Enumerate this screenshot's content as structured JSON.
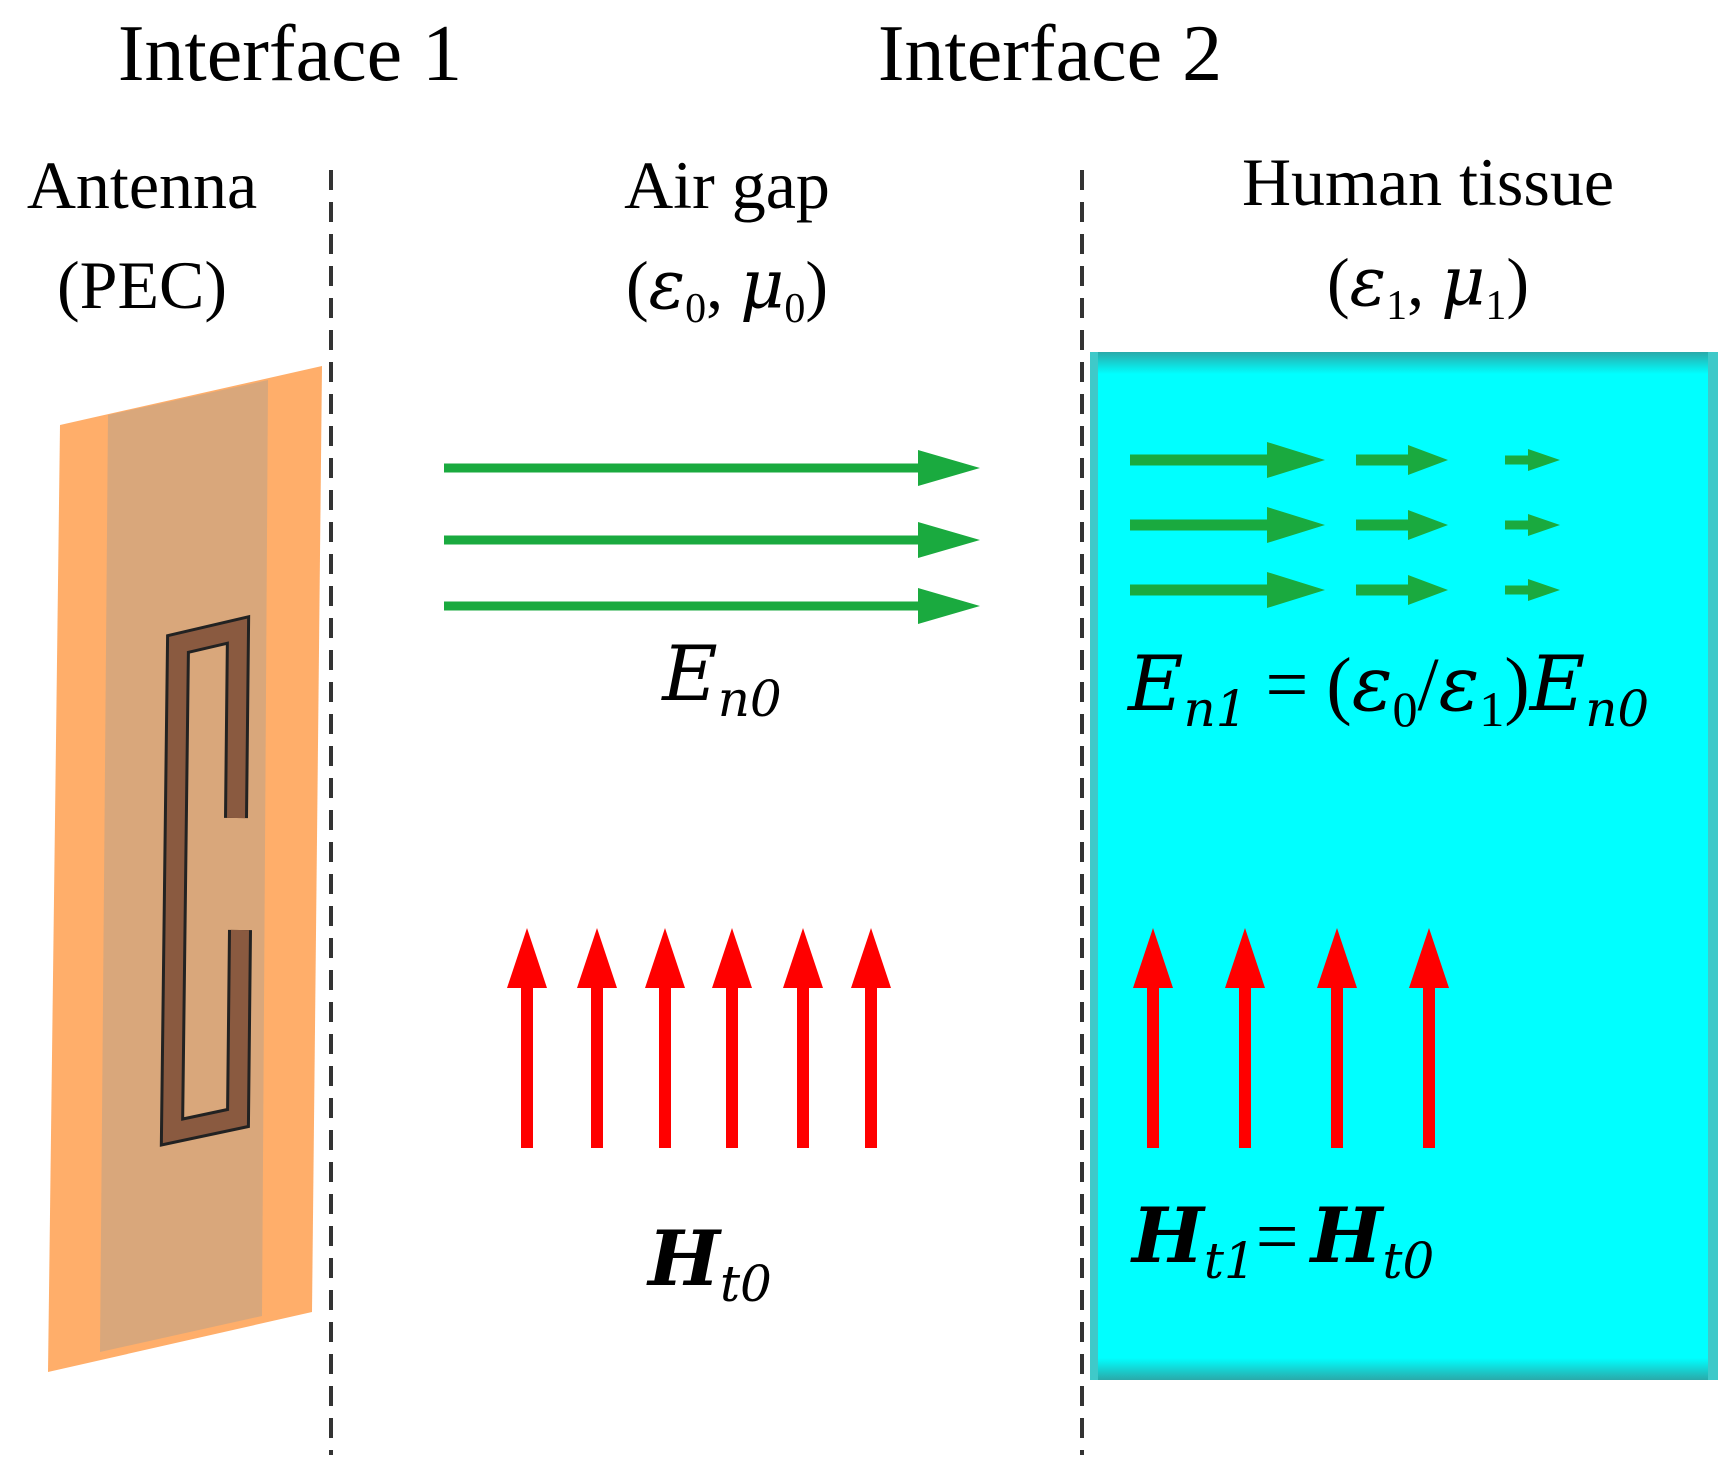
{
  "colors": {
    "antenna_face": "#d9a77b",
    "antenna_edge": "#ffae6a",
    "slot": "#8a5a40",
    "tissue": "#00ffff",
    "tissue_edge": "#40b9b9",
    "e_arrow": "#1aaa3f",
    "h_arrow": "#ff0000",
    "interface_line": "#333333"
  },
  "headers": {
    "interface1": "Interface 1",
    "interface2": "Interface 2"
  },
  "regions": {
    "antenna": {
      "line1": "Antenna",
      "line2": "(PEC)"
    },
    "airgap": {
      "line1": "Air gap",
      "eps": "ε",
      "eps_sub": "0",
      "mu": "μ",
      "mu_sub": "0"
    },
    "tissue": {
      "line1": "Human tissue",
      "eps": "ε",
      "eps_sub": "1",
      "mu": "μ",
      "mu_sub": "1"
    }
  },
  "labels": {
    "e_air": {
      "sym": "E",
      "sub": "n0"
    },
    "e_tissue": {
      "sym": "E",
      "sub": "n1",
      "eq": "=",
      "open": "(",
      "eps_a": "ε",
      "eps_a_sub": "0",
      "slash": "/",
      "eps_b": "ε",
      "eps_b_sub": "1",
      "close": ")",
      "sym2": "E",
      "sub2": "n0"
    },
    "h_air": {
      "sym": "H",
      "sub": "t0"
    },
    "h_tissue": {
      "sym": "H",
      "sub": "t1",
      "eq": "=",
      "sym2": "H",
      "sub2": "t0"
    }
  },
  "icons": {
    "e_field": "right-arrow-icon",
    "h_field": "up-arrow-icon",
    "antenna": "antenna-patch-icon"
  }
}
